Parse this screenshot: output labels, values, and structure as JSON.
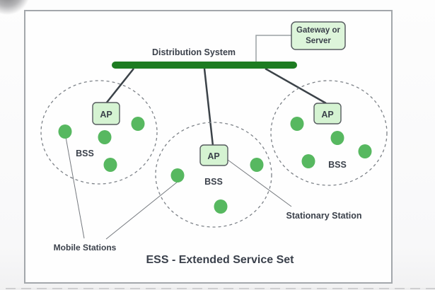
{
  "diagram": {
    "title": "ESS - Extended Service Set",
    "distribution_system": {
      "label": "Distribution System"
    },
    "gateway": {
      "label_line1": "Gateway or",
      "label_line2": "Server"
    },
    "labels": {
      "mobile_stations": "Mobile Stations",
      "stationary_station": "Stationary Station"
    },
    "bss_sets": [
      {
        "name": "left",
        "ap_label": "AP",
        "bss_label": "BSS",
        "station_count": 4
      },
      {
        "name": "middle",
        "ap_label": "AP",
        "bss_label": "BSS",
        "station_count": 3
      },
      {
        "name": "right",
        "ap_label": "AP",
        "bss_label": "BSS",
        "station_count": 4
      }
    ],
    "colors": {
      "bus_green": "#1d7c21",
      "station_green": "#57b860",
      "ap_box_fill": "#d5f3d2",
      "gateway_box_fill": "#ddf5da",
      "box_border": "#565b5f",
      "text": "#3b414b",
      "dashed_circle": "#7d8288",
      "dark_connector": "#3b4248",
      "pointer_line": "#75797e",
      "frame_border": "#a3a7ab"
    }
  }
}
